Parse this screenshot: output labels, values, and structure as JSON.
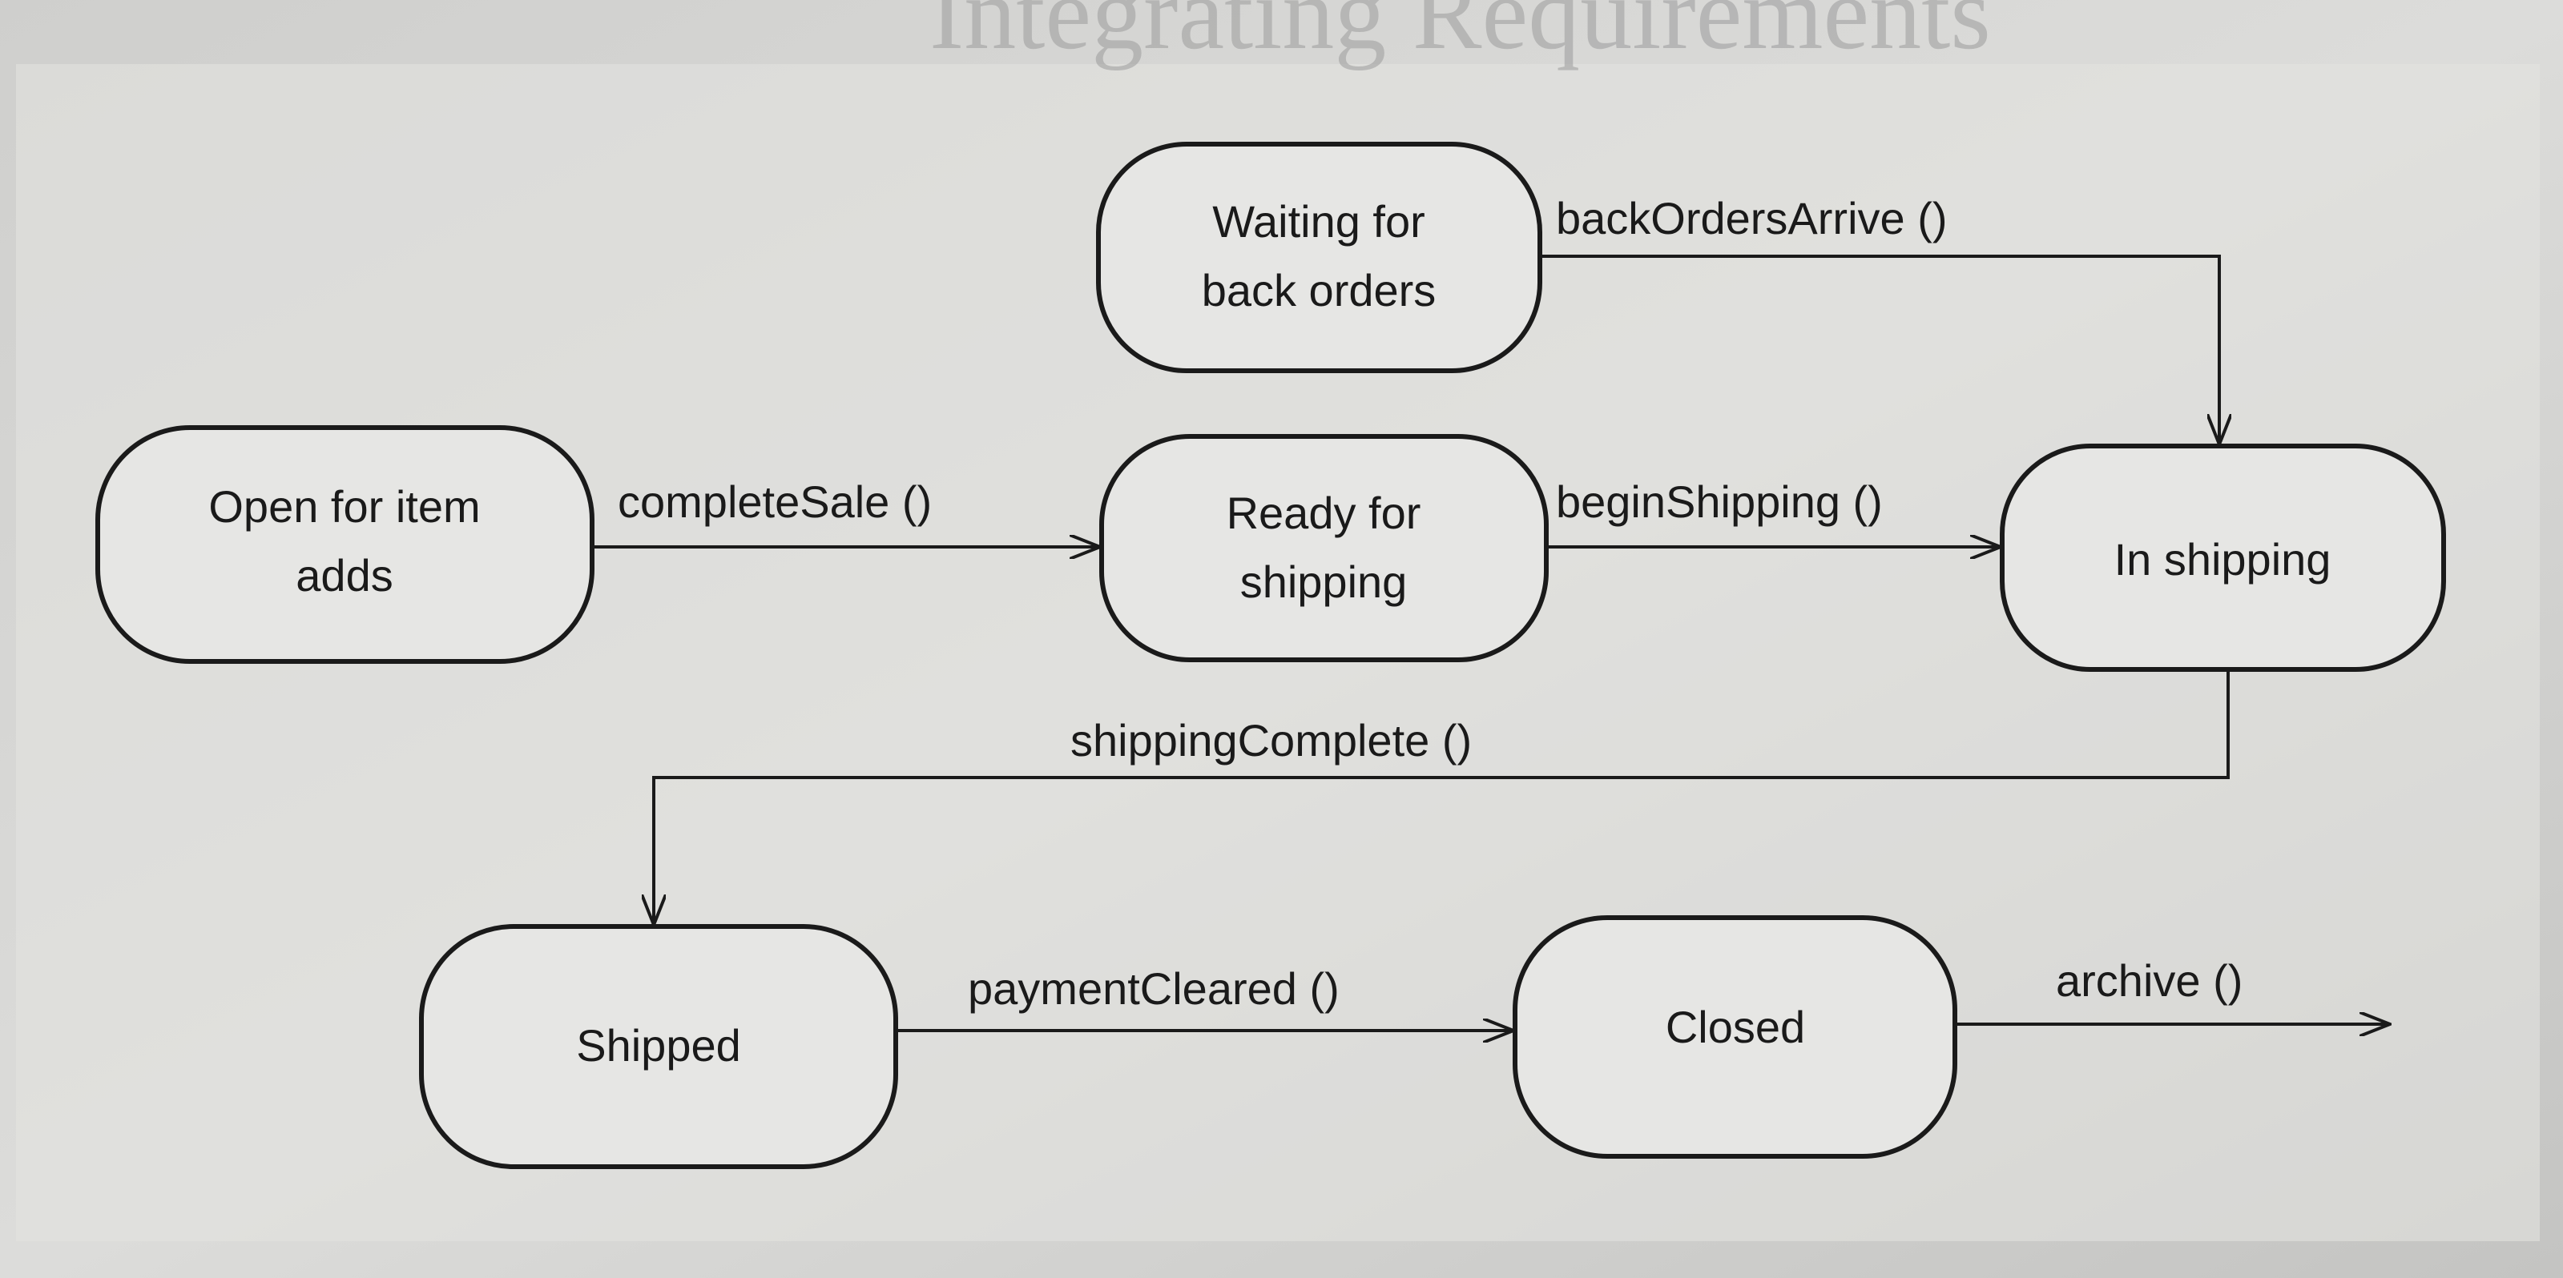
{
  "page_heading": "Integrating Requirements",
  "states": [
    {
      "id": "waiting",
      "lines": [
        "Waiting for",
        "back orders"
      ]
    },
    {
      "id": "open",
      "lines": [
        "Open for item",
        "adds"
      ]
    },
    {
      "id": "ready",
      "lines": [
        "Ready for",
        "shipping"
      ]
    },
    {
      "id": "inshipping",
      "lines": [
        "In shipping"
      ]
    },
    {
      "id": "shipped",
      "lines": [
        "Shipped"
      ]
    },
    {
      "id": "closed",
      "lines": [
        "Closed"
      ]
    }
  ],
  "transitions": [
    {
      "from": "waiting",
      "to": "inshipping",
      "label": "backOrdersArrive ()"
    },
    {
      "from": "open",
      "to": "ready",
      "label": "completeSale ()"
    },
    {
      "from": "ready",
      "to": "inshipping",
      "label": "beginShipping ()"
    },
    {
      "from": "inshipping",
      "to": "shipped",
      "label": "shippingComplete ()"
    },
    {
      "from": "shipped",
      "to": "closed",
      "label": "paymentCleared ()"
    },
    {
      "from": "closed",
      "to": "final",
      "label": "archive ()"
    }
  ]
}
